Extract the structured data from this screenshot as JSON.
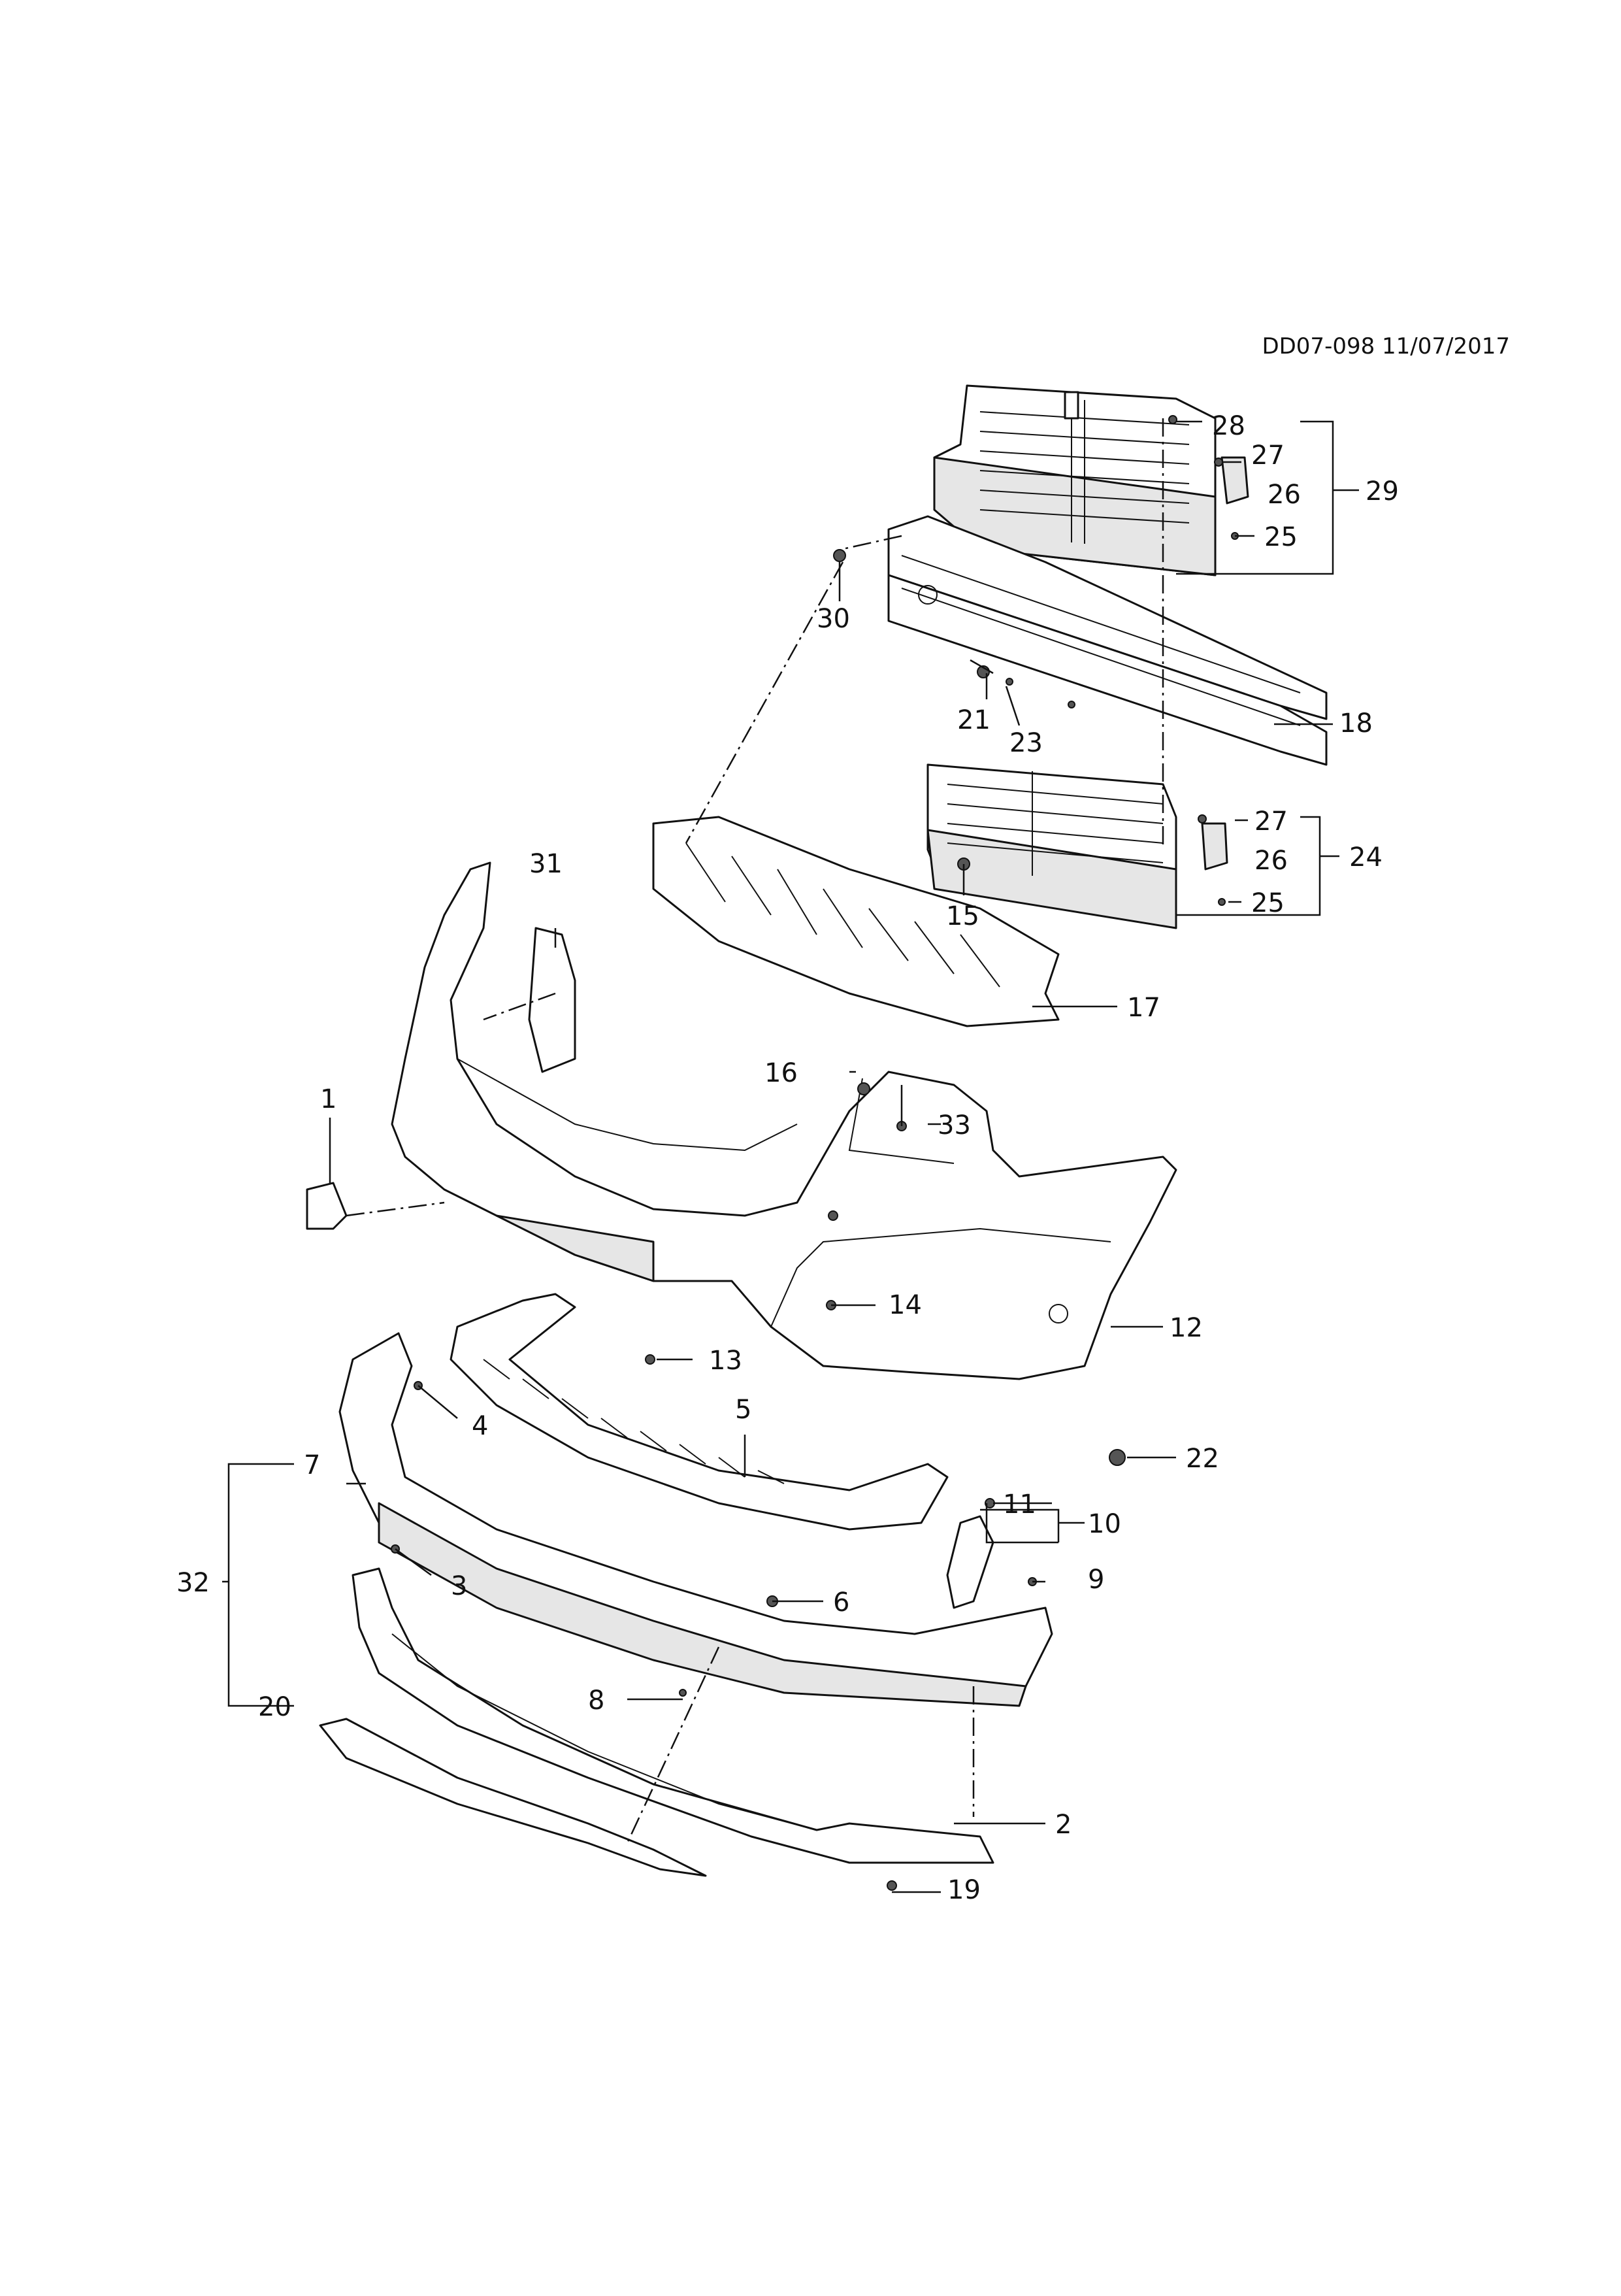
{
  "doc_ref": "DD07-098 11/07/2017",
  "callouts": {
    "c1": "1",
    "c2": "2",
    "c3": "3",
    "c4": "4",
    "c5": "5",
    "c6": "6",
    "c7": "7",
    "c8": "8",
    "c9": "9",
    "c10": "10",
    "c11": "11",
    "c12": "12",
    "c13": "13",
    "c14": "14",
    "c15": "15",
    "c16": "16",
    "c17": "17",
    "c18": "18",
    "c19": "19",
    "c20": "20",
    "c21": "21",
    "c22": "22",
    "c23": "23",
    "c24": "24",
    "c25a": "25",
    "c25b": "25",
    "c26a": "26",
    "c26b": "26",
    "c27a": "27",
    "c27b": "27",
    "c28": "28",
    "c29": "29",
    "c30": "30",
    "c31": "31",
    "c32": "32",
    "c33": "33"
  }
}
